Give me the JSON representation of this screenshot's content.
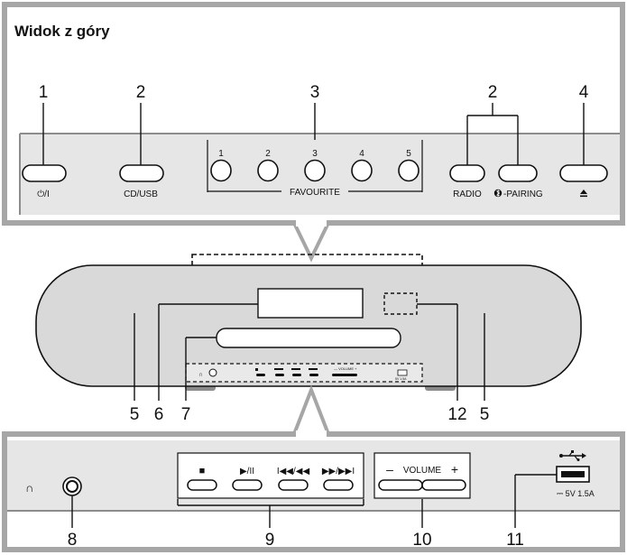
{
  "title": "Widok z góry",
  "top_panel": {
    "callouts": [
      "1",
      "2",
      "3",
      "2",
      "4"
    ],
    "power_label": "⏻/I",
    "cd_usb_label": "CD/USB",
    "fav_numbers": [
      "1",
      "2",
      "3",
      "4",
      "5"
    ],
    "favourite_label": "FAVOURITE",
    "radio_label": "RADIO",
    "pairing_label": "-PAIRING",
    "eject_label": "▲"
  },
  "front": {
    "callouts": [
      "5",
      "6",
      "7",
      "12",
      "5"
    ],
    "mini": {
      "headphone": "∩",
      "volume": "— VOLUME +",
      "usb_rating": "5V 1.5A"
    }
  },
  "bottom_panel": {
    "headphone_symbol": "∩",
    "transport_symbols": [
      "■",
      "▶/II",
      "I◀◀/◀◀",
      "▶▶/▶▶I"
    ],
    "volume_minus": "–",
    "volume_label": "VOLUME",
    "volume_plus": "+",
    "usb_symbol": "•⟵",
    "usb_rating": "⎓ 5V 1.5A",
    "callouts": [
      "8",
      "9",
      "10",
      "11"
    ]
  }
}
